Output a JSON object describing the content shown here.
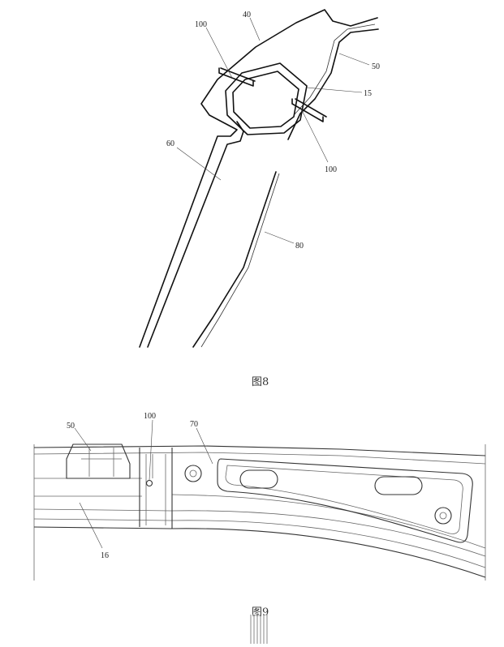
{
  "figures": [
    {
      "caption": "图8",
      "reference_numerals": [
        "40",
        "100",
        "50",
        "15",
        "60",
        "100",
        "80"
      ]
    },
    {
      "caption": "图9",
      "reference_numerals": [
        "50",
        "100",
        "70",
        "16"
      ]
    }
  ]
}
